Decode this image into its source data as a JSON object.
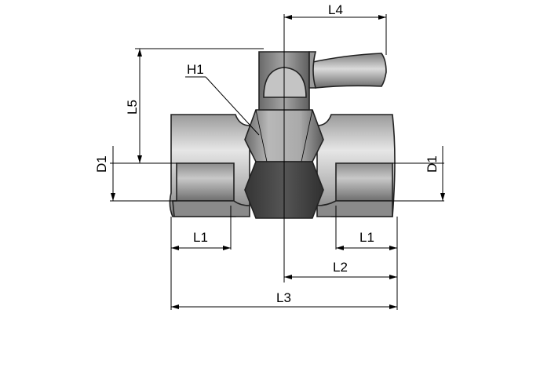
{
  "labels": {
    "l4": "L4",
    "h1": "H1",
    "l5": "L5",
    "d1_left": "D1",
    "d1_right": "D1",
    "l1_left": "L1",
    "l1_right": "L1",
    "l2": "L2",
    "l3": "L3"
  },
  "colors": {
    "body_light": "#d9d9d9",
    "body_mid": "#a9a9a9",
    "body_dark": "#5f5f5f",
    "hex_dark": "#4a4a4a",
    "outline": "#222222"
  }
}
